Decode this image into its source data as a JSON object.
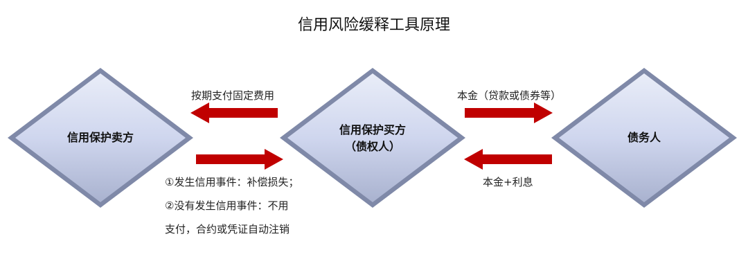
{
  "title": "信用风险缓释工具原理",
  "nodes": {
    "seller": "信用保护卖方",
    "buyer_line1": "信用保护买方",
    "buyer_line2": "（债权人）",
    "debtor": "债务人"
  },
  "edges": {
    "fixed_fee": "按期支付固定费用",
    "principal": "本金（贷款或债券等）",
    "principal_interest": "本金+利息",
    "credit_event_notes": [
      "①发生信用事件：补偿损失；",
      "②没有发生信用事件：不用",
      "支付，合约或凭证自动注销"
    ]
  },
  "colors": {
    "arrow": "#c00000",
    "diamond_top": "#e6eaf7",
    "diamond_mid": "#c9d1ec",
    "diamond_edge": "#8e97b6"
  }
}
